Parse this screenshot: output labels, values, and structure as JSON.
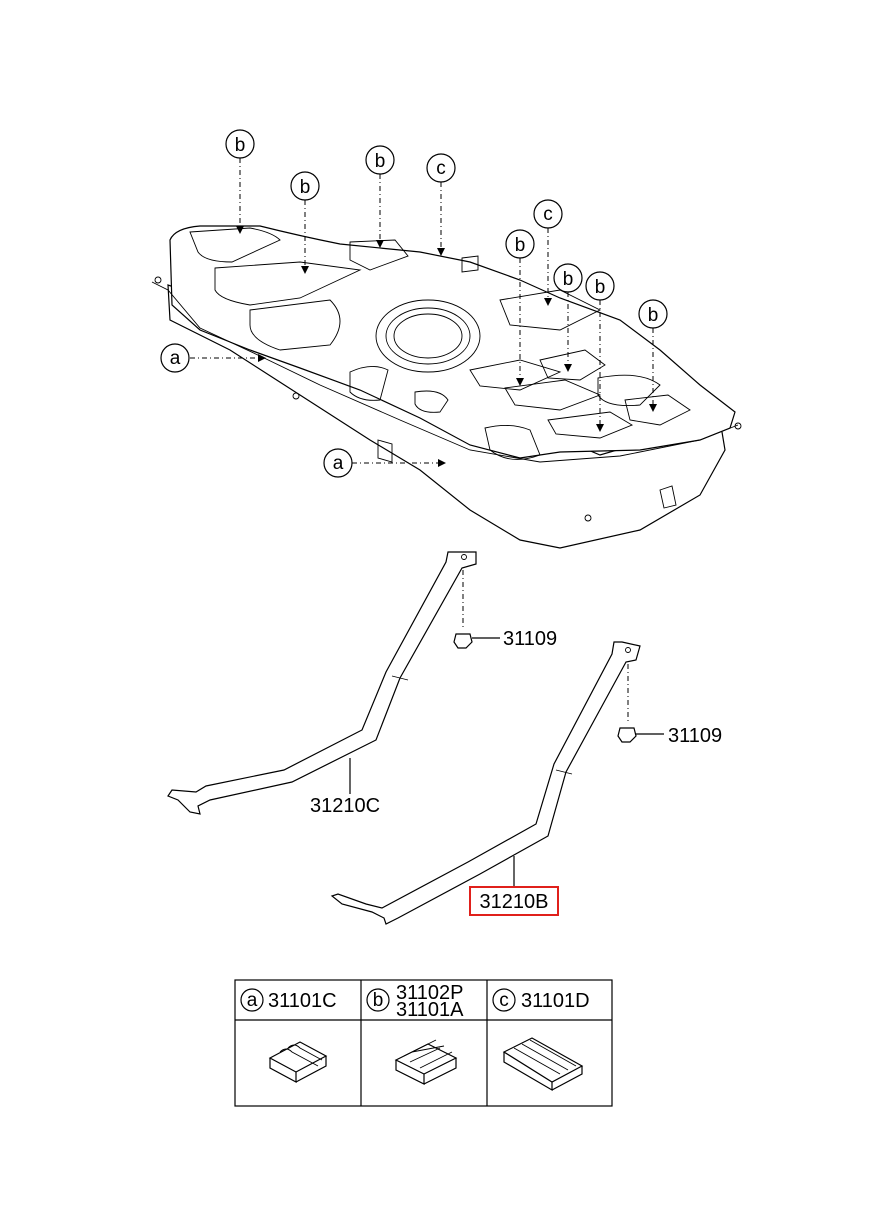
{
  "callouts": {
    "b1": "b",
    "b2": "b",
    "b3": "b",
    "c1": "c",
    "c2": "c",
    "b4": "b",
    "b5": "b",
    "b6": "b",
    "b7": "b",
    "a1": "a",
    "a2": "a"
  },
  "parts": {
    "bolt_left": "31109",
    "bolt_right": "31109",
    "strap_left": "31210C",
    "strap_right": "31210B"
  },
  "highlight_color": "#e0201b",
  "legend": {
    "a": {
      "letter": "a",
      "part": "31101C"
    },
    "b": {
      "letter": "b",
      "part_line1": "31102P",
      "part_line2": "31101A"
    },
    "c": {
      "letter": "c",
      "part": "31101D"
    }
  }
}
